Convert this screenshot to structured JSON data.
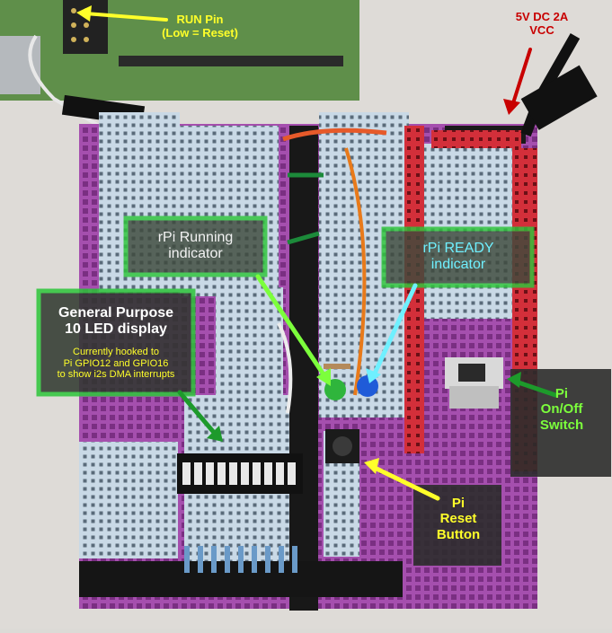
{
  "labels": {
    "run_pin": "RUN Pin\n(Low = Reset)",
    "power": "5V DC 2A\nVCC",
    "running_indicator": "rPi Running\nindicator",
    "ready_indicator": "rPi READY\nindicator",
    "led_display_title": "General Purpose\n10 LED display",
    "led_display_note": "Currently hooked to\nPi GPIO12 and GPIO16\nto show i2s DMA interrupts",
    "onoff_switch": "Pi\nOn/Off\nSwitch",
    "reset_button": "Pi\nReset\nButton"
  },
  "colors": {
    "purple_board": "#a54fae",
    "breadboard": "#c9d9e6",
    "red_rail": "#d32f3a",
    "label_green": "#7cff3c",
    "label_yellow": "#ffff2a",
    "label_cyan": "#6ff0ff",
    "label_red": "#c80000",
    "pcb_green": "#5f8f4a"
  }
}
